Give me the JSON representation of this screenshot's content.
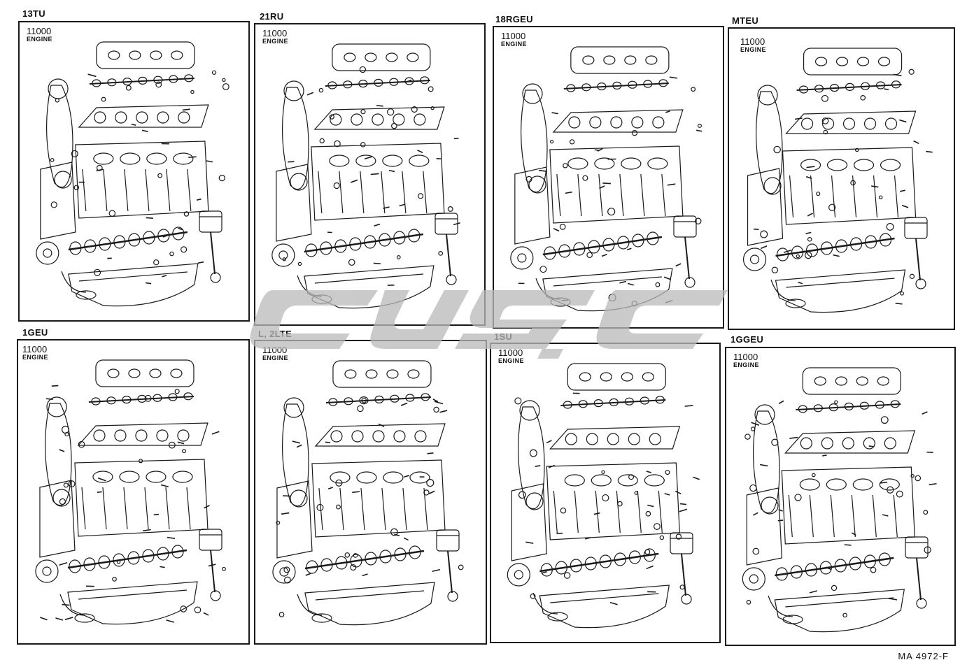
{
  "panels": [
    {
      "engine": "13TU",
      "part_code": "11000",
      "part_name": "ENGINE"
    },
    {
      "engine": "21RU",
      "part_code": "11000",
      "part_name": "ENGINE"
    },
    {
      "engine": "18RGEU",
      "part_code": "11000",
      "part_name": "ENGINE"
    },
    {
      "engine": "MTEU",
      "part_code": "11000",
      "part_name": "ENGINE"
    },
    {
      "engine": "1GEU",
      "part_code": "11000",
      "part_name": "ENGINE"
    },
    {
      "engine": "L, 2LTE",
      "part_code": "11000",
      "part_name": "ENGINE"
    },
    {
      "engine": "1SU",
      "part_code": "11000",
      "part_name": "ENGINE"
    },
    {
      "engine": "1GGEU",
      "part_code": "11000",
      "part_name": "ENGINE"
    }
  ],
  "footer": {
    "code": "MA 4972-F"
  },
  "colors": {
    "line": "#1a1a1a",
    "watermark": "#b9b9b9",
    "background": "#ffffff"
  }
}
